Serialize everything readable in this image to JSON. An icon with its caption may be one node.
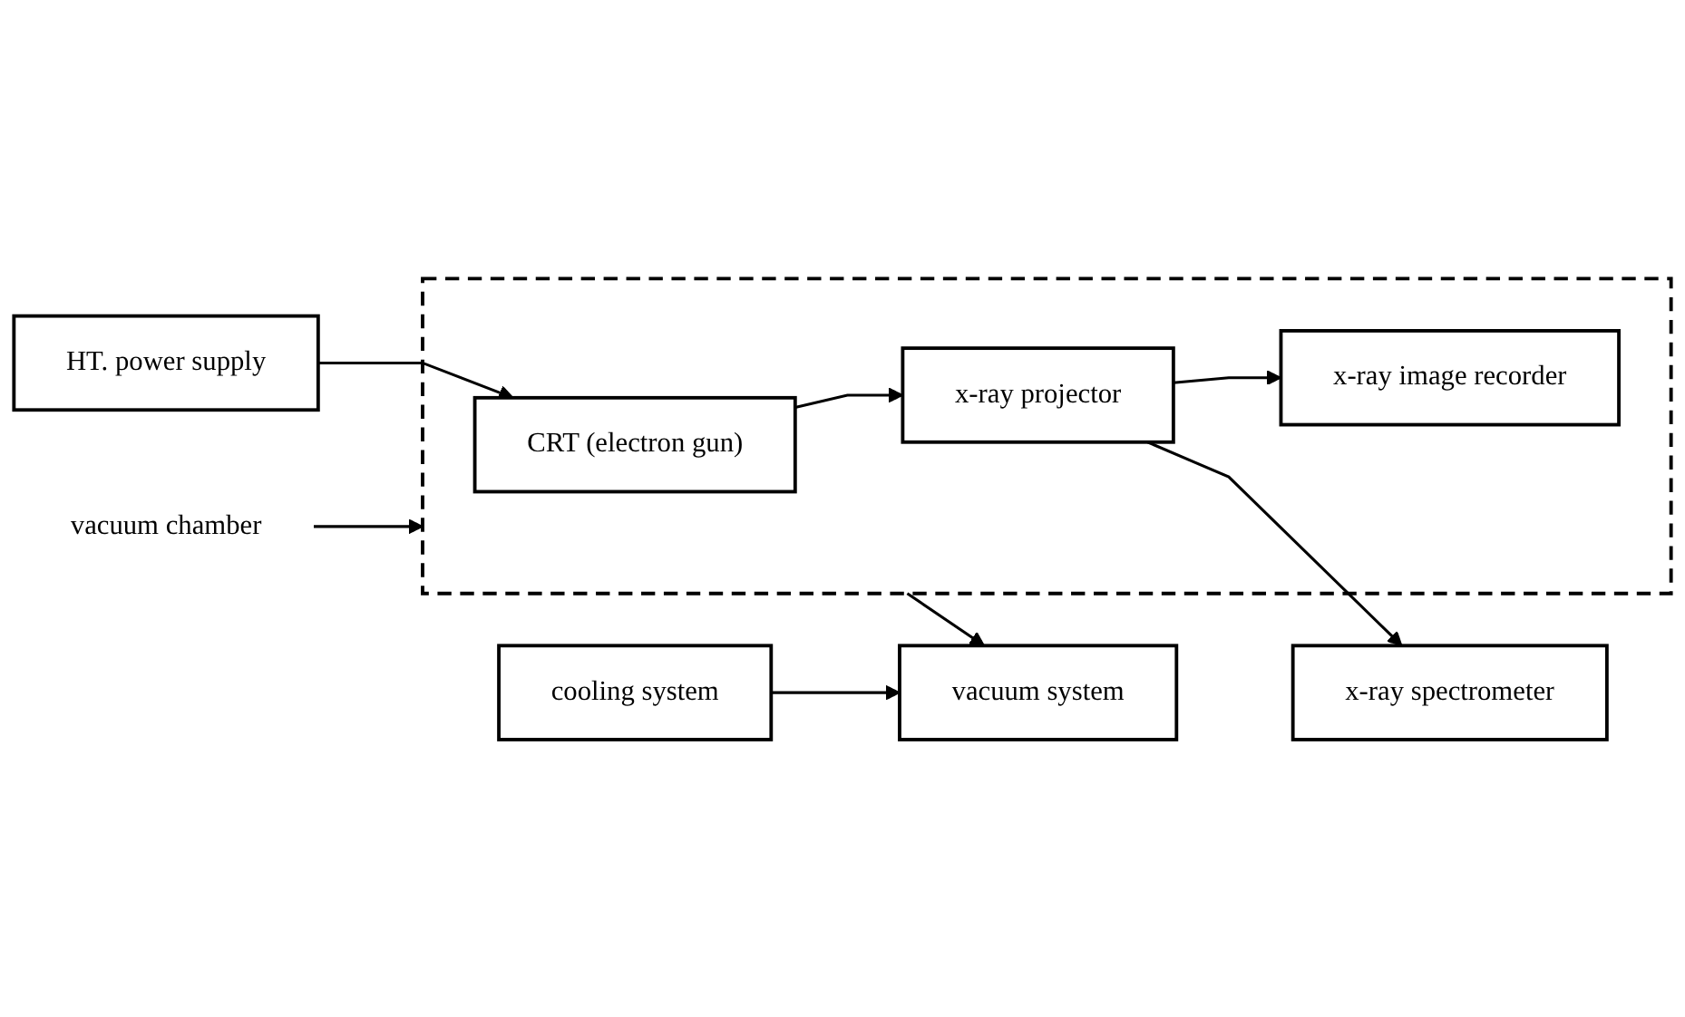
{
  "diagram": {
    "nodes": [
      {
        "text": [
          "HT. power supply"
        ]
      },
      {
        "text": [],
        "shape": "box"
      },
      {
        "text": [
          "CRT (electron gun)"
        ],
        "in": 1
      },
      {
        "text": [
          "cooling system"
        ]
      },
      {
        "text": [
          "x-ray spectrometer"
        ]
      },
      {
        "text": [
          "x-ray projector"
        ],
        "in": 1
      },
      {
        "text": [
          "vacuum system"
        ]
      },
      {
        "text": [
          "vacuum chamber"
        ]
      },
      {
        "text": [
          "x-ray image recorder"
        ],
        "in": 1
      }
    ],
    "edges": [
      {
        "from": 0,
        "to": 2,
        "arrow": "to"
      },
      {
        "from": 2,
        "to": 5,
        "arrow": "to"
      },
      {
        "from": 3,
        "to": 6,
        "arrow": "to"
      },
      {
        "from": 5,
        "to": 4,
        "arrow": "to"
      },
      {
        "from": 1,
        "to": 6,
        "arrow": "to"
      },
      {
        "from": 7,
        "to": 1,
        "arrow": "to"
      },
      {
        "from": 5,
        "to": 8,
        "arrow": "to"
      }
    ]
  }
}
